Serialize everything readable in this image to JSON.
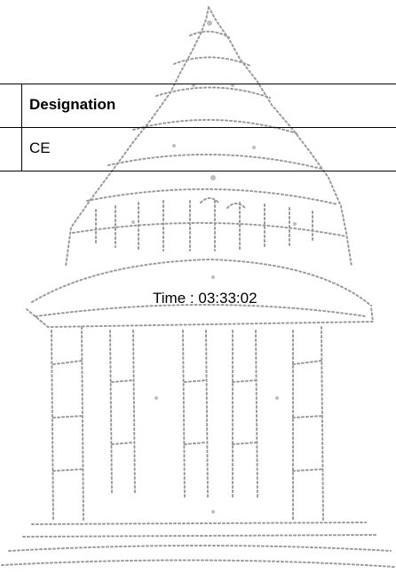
{
  "table": {
    "header": "Designation",
    "value": "CE"
  },
  "status": {
    "time_label": "Time",
    "separator": ":",
    "time_value": "03:33:02"
  },
  "colors": {
    "text": "#000000",
    "background": "#ffffff",
    "watermark": "#9a9a9a"
  },
  "icons": {
    "watermark": "temple-watermark-icon"
  }
}
